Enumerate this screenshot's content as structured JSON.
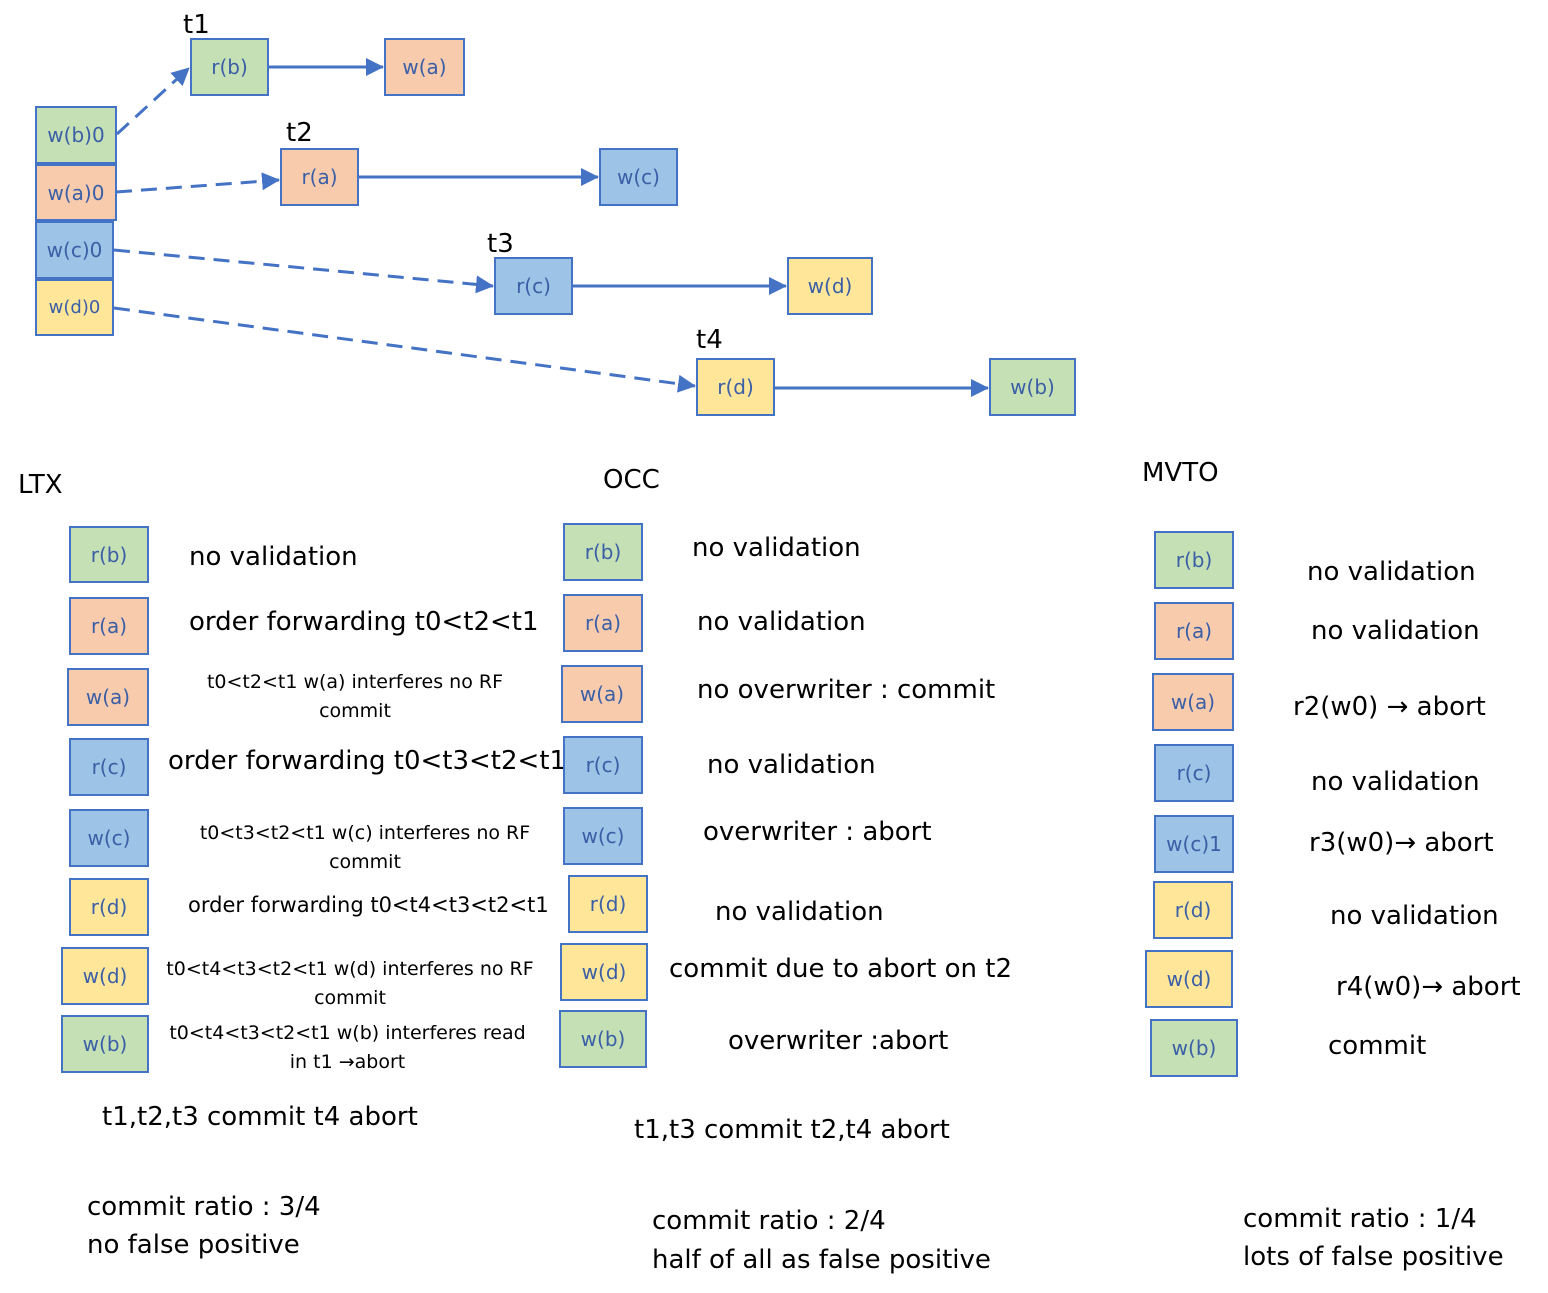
{
  "timeline": {
    "initial": [
      "w(b)0",
      "w(a)0",
      "w(c)0",
      "w(d)0"
    ],
    "transactions": [
      {
        "label": "t1",
        "read": "r(b)",
        "write": "w(a)"
      },
      {
        "label": "t2",
        "read": "r(a)",
        "write": "w(c)"
      },
      {
        "label": "t3",
        "read": "r(c)",
        "write": "w(d)"
      },
      {
        "label": "t4",
        "read": "r(d)",
        "write": "w(b)"
      }
    ]
  },
  "ltx": {
    "title": "LTX",
    "ops": [
      "r(b)",
      "r(a)",
      "w(a)",
      "r(c)",
      "w(c)",
      "r(d)",
      "w(d)",
      "w(b)"
    ],
    "descs": [
      "no validation",
      "order forwarding t0<t2<t1",
      "t0<t2<t1 w(a) interferes no RF commit",
      "order forwarding t0<t3<t2<t1",
      "t0<t3<t2<t1 w(c) interferes no RF commit",
      "order forwarding t0<t4<t3<t2<t1",
      "t0<t4<t3<t2<t1 w(d) interferes no RF commit",
      "t0<t4<t3<t2<t1 w(b) interferes read in t1 →abort"
    ],
    "summary": "t1,t2,t3 commit t4 abort",
    "ratio": "commit ratio : 3/4",
    "note": "no false positive"
  },
  "occ": {
    "title": "OCC",
    "ops": [
      "r(b)",
      "r(a)",
      "w(a)",
      "r(c)",
      "w(c)",
      "r(d)",
      "w(d)",
      "w(b)"
    ],
    "descs": [
      "no validation",
      "no validation",
      "no overwriter : commit",
      "no validation",
      "overwriter : abort",
      "no validation",
      "commit due to abort on t2",
      "overwriter :abort"
    ],
    "summary": "t1,t3 commit t2,t4 abort",
    "ratio": "commit ratio : 2/4",
    "note": "half of all as false positive"
  },
  "mvto": {
    "title": "MVTO",
    "ops": [
      "r(b)",
      "r(a)",
      "w(a)",
      "r(c)",
      "w(c)1",
      "r(d)",
      "w(d)",
      "w(b)"
    ],
    "descs": [
      "no validation",
      "no validation",
      "r2(w0) → abort",
      "no validation",
      "r3(w0)→ abort",
      "no validation",
      "r4(w0)→ abort",
      "commit"
    ],
    "ratio": "commit ratio : 1/4",
    "note": "lots of false positive"
  }
}
